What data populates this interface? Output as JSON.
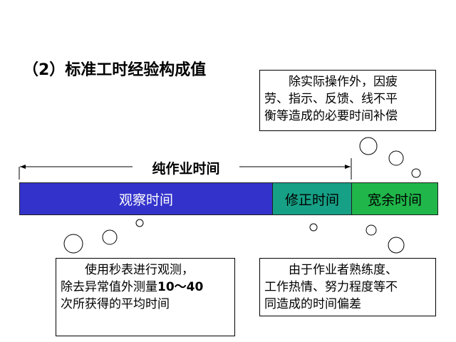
{
  "title": "（2）标准工时经验构成值",
  "range_label": "纯作业时间",
  "bars": {
    "observe": "观察时间",
    "correction": "修正时间",
    "allowance": "宽余时间"
  },
  "callouts": {
    "top_right": {
      "line1": "除实际操作外，因疲",
      "line2": "劳、指示、反馈、线不平",
      "line3": "衡等造成的必要时间补偿"
    },
    "bottom_left": {
      "line1": "使用秒表进行观测，",
      "line2_prefix": "除去异常值外测量",
      "line2_range": "10～40",
      "line3": "次所获得的平均时间"
    },
    "bottom_right": {
      "line1": "由于作业者熟练度、",
      "line2": "工作热情、努力程度等不",
      "line3": "同造成的时间偏差"
    }
  },
  "colors": {
    "observe": "#3333cc",
    "correction": "#16a085",
    "allowance": "#20b64a"
  }
}
